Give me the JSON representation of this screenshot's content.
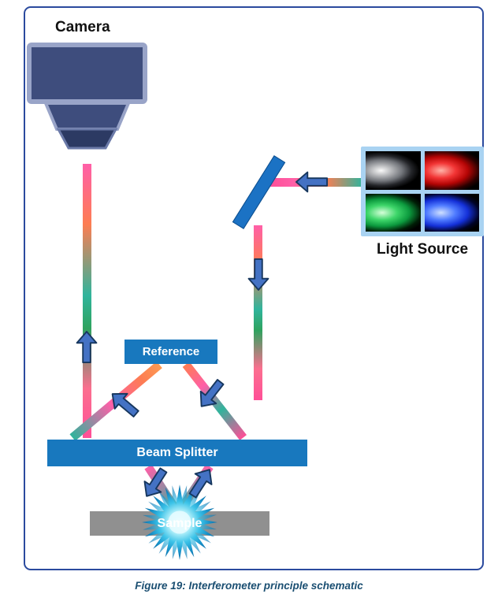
{
  "figure": {
    "caption": "Figure 19: Interferometer principle schematic"
  },
  "diagram": {
    "camera": {
      "label": "Camera"
    },
    "light_source": {
      "label": "Light Source",
      "channels": [
        "white",
        "red",
        "green",
        "blue"
      ]
    },
    "reference": {
      "label": "Reference"
    },
    "beam_splitter": {
      "label": "Beam Splitter"
    },
    "sample": {
      "label": "Sample"
    }
  },
  "colors": {
    "frame_border": "#2b4a9e",
    "component_blue": "#1878be",
    "camera_body": "#3e4d7d",
    "arrow_fill": "#4472c4",
    "arrow_outline": "#17375e",
    "sample_gray": "#909090",
    "light_source_bg": "#a9d3f2",
    "starburst_cyan": "#3cc3e8",
    "caption_text": "#1b4f72"
  }
}
